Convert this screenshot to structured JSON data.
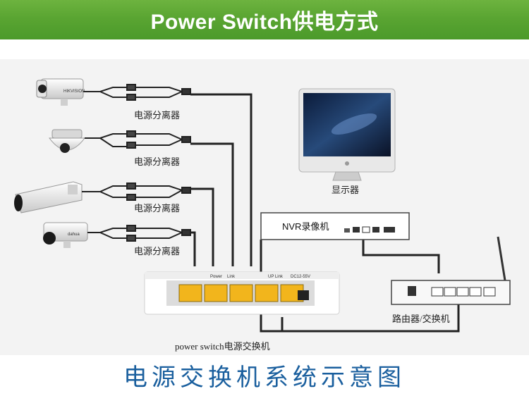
{
  "header": {
    "title": "Power Switch供电方式"
  },
  "cameras": [
    {
      "splitter_label": "电源分离器",
      "brand": "HIKVISION"
    },
    {
      "splitter_label": "电源分离器"
    },
    {
      "splitter_label": "电源分离器"
    },
    {
      "splitter_label": "电源分离器",
      "brand": "dahua"
    }
  ],
  "monitor": {
    "label": "显示器"
  },
  "nvr": {
    "label": "NVR录像机"
  },
  "router": {
    "label": "路由器/交换机"
  },
  "switch": {
    "label": "power switch电源交换机",
    "port_header_power": "Power",
    "port_header_link": "Link",
    "uplink_label": "UP Link",
    "dc_label": "DC12-55V"
  },
  "footer": {
    "title": "电源交换机系统示意图"
  },
  "colors": {
    "banner_green": "#5aa532",
    "port_yellow": "#f2b51c",
    "footer_blue": "#1a5f9e",
    "cable": "#222222"
  }
}
